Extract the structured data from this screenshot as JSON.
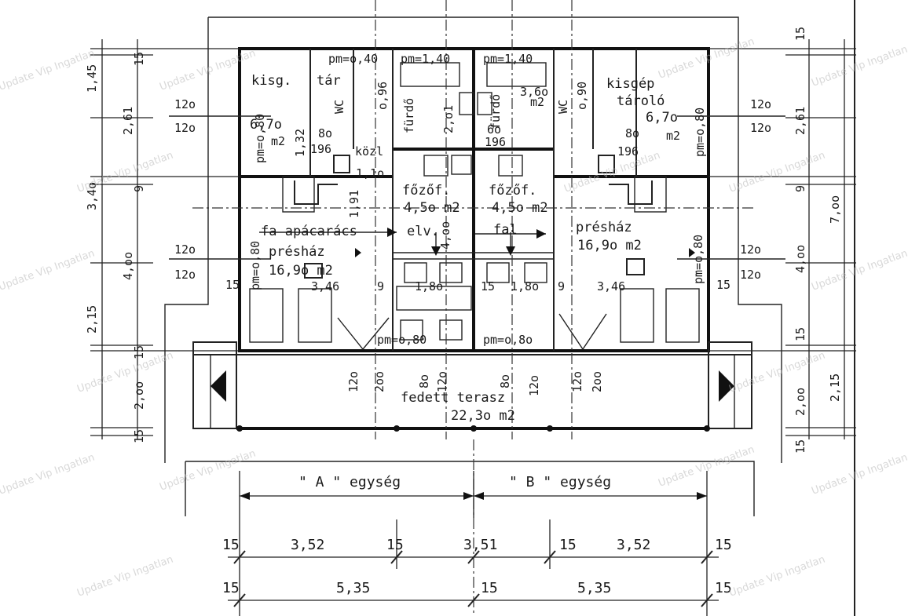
{
  "watermark": "Update Vip Ingatlan",
  "rooms": {
    "left_storage_name": "kisg.",
    "left_storage_name2": "tár",
    "left_storage_area": "6,7o",
    "left_storage_unit": "m2",
    "right_storage_name1": "kisgép",
    "right_storage_name2": "tároló",
    "right_storage_area": "6,7o",
    "right_storage_unit": "m2",
    "bath_left": "fürdő",
    "bath_right": "fürdő",
    "bath_left_area": "2,o1",
    "bath_right_area": "3,6o",
    "bath_right_unit": "m2",
    "wc": "WC",
    "kozl": "közl",
    "kitchen_left": "főzőf.",
    "kitchen_left_area": "4,5o m2",
    "kitchen_right": "főzőf.",
    "kitchen_right_area": "4,5o m2",
    "press_left_name": "présház",
    "press_left_area": "16,9o m2",
    "press_right_name": "présház",
    "press_right_area": "16,9o m2",
    "grille": "fa apácarács",
    "elv": "elv.",
    "fal": "fal",
    "terrace_name": "fedett  terasz",
    "terrace_area": "22,3o m2"
  },
  "labels": {
    "pm040a": "pm=o,40",
    "pm040b": "pm=1,40",
    "pm040c": "pm=1,40",
    "pm080_left": "pm=o,80",
    "pm080_right": "pm=o,80",
    "pm080_pl": "pm=o,80",
    "pm080_pr": "pm=o,80",
    "pm080_t1": "pm=o,80",
    "pm080_t2": "pm=o,8o",
    "d120": "12o",
    "d80": "8o",
    "d60": "6o",
    "d196": "196",
    "d200": "2oo",
    "d9": "9",
    "d15": "15",
    "d346": "3,46",
    "d180": "1,8o",
    "d191": "1,91",
    "d132": "1,32",
    "d096": "o,96",
    "d090": "o,90",
    "d110": "1,1o",
    "d400": "4,oo"
  },
  "dims_left": {
    "a": "1,45",
    "b": "2,61",
    "c": "3,4o",
    "d": "4,oo",
    "e": "2,15",
    "f": "2,oo",
    "g": "15"
  },
  "dims_right": {
    "a": "15",
    "b": "2,61",
    "c": "7,oo",
    "d": "9",
    "e": "4,oo",
    "f": "2,oo",
    "g": "2,15",
    "h": "15"
  },
  "units": {
    "a": "\" A \" egység",
    "b": "\" B \" egység"
  },
  "bottom_row1": [
    "15",
    "3,52",
    "15",
    "3,51",
    "15",
    "3,52",
    "15"
  ],
  "bottom_row2": [
    "15",
    "5,35",
    "15",
    "5,35",
    "15"
  ]
}
